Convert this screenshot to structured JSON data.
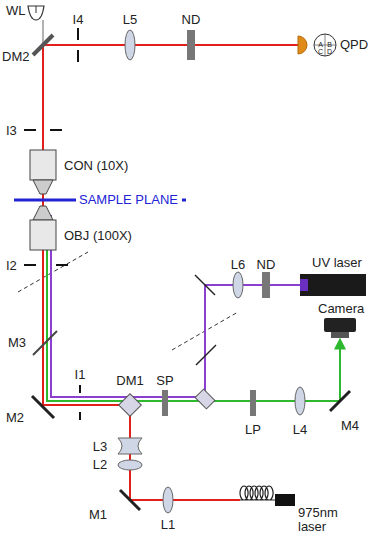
{
  "diagram": {
    "labels": [
      "WL",
      "I4",
      "L5",
      "ND",
      "DM2",
      "QPD",
      "A",
      "B",
      "C",
      "D",
      "I3",
      "CON (10X)",
      "SAMPLE PLANE",
      "OBJ (100X)",
      "I2",
      "L6",
      "ND",
      "UV laser",
      "Camera",
      "M3",
      "I1",
      "DM1",
      "SP",
      "M2",
      "LP",
      "L4",
      "M4",
      "L3",
      "L2",
      "M1",
      "L1",
      "975nm laser"
    ]
  }
}
